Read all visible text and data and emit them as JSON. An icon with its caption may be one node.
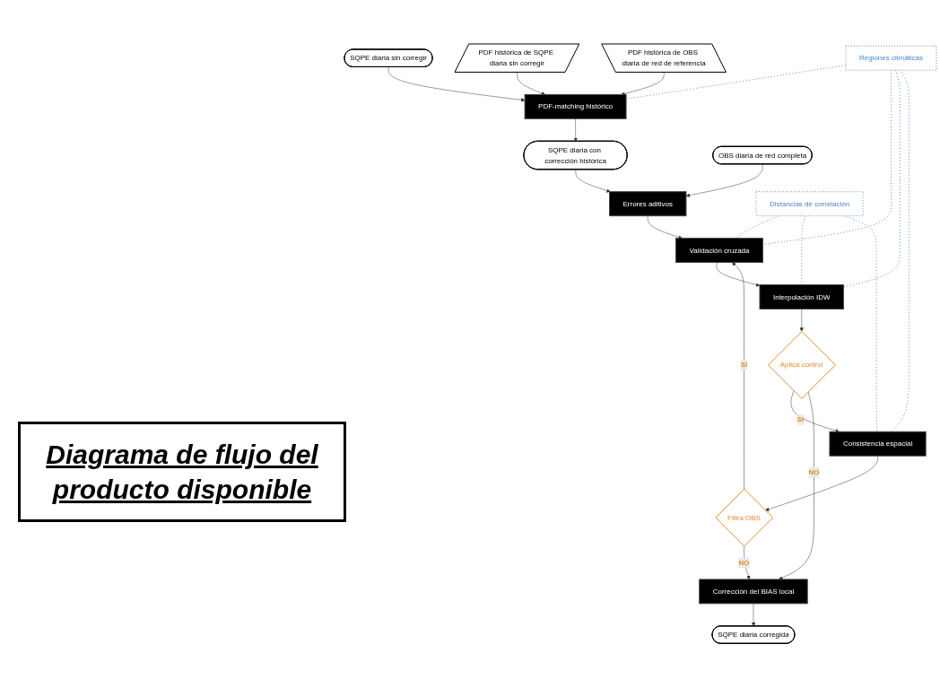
{
  "diagram": {
    "title": "Diagrama de flujo del producto disponible",
    "nodes": [
      {
        "text": [
          "SQPE diaria sin corregir"
        ]
      },
      {
        "text": [
          "PDF histórica de SQPE diaria sin corregir"
        ]
      },
      {
        "text": [
          "PDF-matching histórico"
        ]
      },
      {
        "text": [
          "PDF histórica de OBS diaria de red de referencia"
        ]
      },
      {
        "text": [
          "SQPE diaria con corrección histórica"
        ]
      },
      {
        "text": [
          "OBS diaria de red completa"
        ]
      },
      {
        "text": [
          "Errores aditivos"
        ]
      },
      {
        "text": [
          "Regiones climáticas"
        ]
      },
      {
        "text": [
          "Validación cruzada"
        ]
      },
      {
        "text": [
          "Distancias de correlación"
        ]
      },
      {
        "text": [
          "Interpolación IDW"
        ]
      },
      {
        "text": [
          "Aplica control"
        ]
      },
      {
        "text": [
          "Consistencia espacial"
        ]
      },
      {
        "text": [
          "Filtra OBS"
        ]
      },
      {
        "text": [
          "Corrección del BIAS local"
        ]
      },
      {
        "text": [
          "SQPE diaria corregida"
        ]
      }
    ],
    "edges": [
      {
        "from": 0,
        "to": 2,
        "arrow": "to"
      },
      {
        "from": 1,
        "to": 2,
        "arrow": "to"
      },
      {
        "from": 3,
        "to": 2,
        "arrow": "to"
      },
      {
        "from": 2,
        "to": 4,
        "arrow": "to"
      },
      {
        "from": 4,
        "to": 6,
        "arrow": "to"
      },
      {
        "from": 5,
        "to": 6,
        "arrow": "to"
      },
      {
        "from": 6,
        "to": 8,
        "arrow": "to"
      },
      {
        "from": 8,
        "to": 10,
        "arrow": "to"
      },
      {
        "from": 10,
        "to": 11,
        "arrow": "to"
      },
      {
        "from": 11,
        "to": 12,
        "arrow": "to",
        "label": "SI"
      },
      {
        "from": 11,
        "to": 14,
        "arrow": "to",
        "label": "NO"
      },
      {
        "from": 12,
        "to": 13,
        "arrow": "to"
      },
      {
        "from": 13,
        "to": 14,
        "arrow": "to",
        "label": "NO"
      },
      {
        "from": 13,
        "to": 8,
        "arrow": "to",
        "label": "SI"
      },
      {
        "from": 14,
        "to": 15,
        "arrow": "to"
      },
      {
        "from": 7,
        "to": 2,
        "arrow": "none",
        "style": "dashed",
        "color": "#5b8fc7"
      },
      {
        "from": 7,
        "to": 8,
        "arrow": "none",
        "style": "dashed",
        "color": "#5b8fc7"
      },
      {
        "from": 7,
        "to": 10,
        "arrow": "none",
        "style": "dashed",
        "color": "#5b8fc7"
      },
      {
        "from": 7,
        "to": 12,
        "arrow": "none",
        "style": "dashed",
        "color": "#5b8fc7"
      },
      {
        "from": 9,
        "to": 8,
        "arrow": "none",
        "style": "dashed",
        "color": "#5b8fc7"
      },
      {
        "from": 9,
        "to": 10,
        "arrow": "none",
        "style": "dashed",
        "color": "#5b8fc7"
      },
      {
        "from": 9,
        "to": 12,
        "arrow": "none",
        "style": "dashed",
        "color": "#5b8fc7"
      }
    ]
  }
}
